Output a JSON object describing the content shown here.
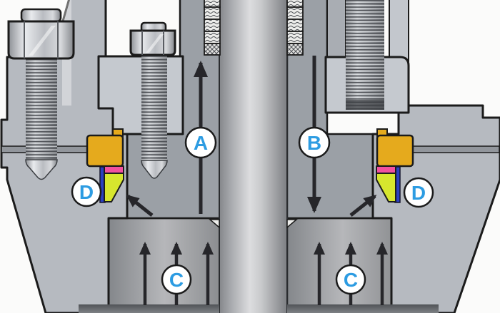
{
  "diagram": {
    "title": "seal-cross-section",
    "labels": {
      "a": "A",
      "b": "B",
      "c_left": "C",
      "c_right": "C",
      "d_left": "D",
      "d_right": "D"
    },
    "colors": {
      "label_text": "#2d9ce2",
      "outline": "#1b1b1b",
      "arrow": "#26262a",
      "gold_seal": "#e5aa1d",
      "pink_seal": "#f2509f",
      "wedge_seal": "#d7e62e",
      "blue_seal": "#2b3fc0",
      "flange_gray": "#b6bac0",
      "gland_gray": "#c5c9cf",
      "bore_gray": "#9ba0a6"
    }
  }
}
